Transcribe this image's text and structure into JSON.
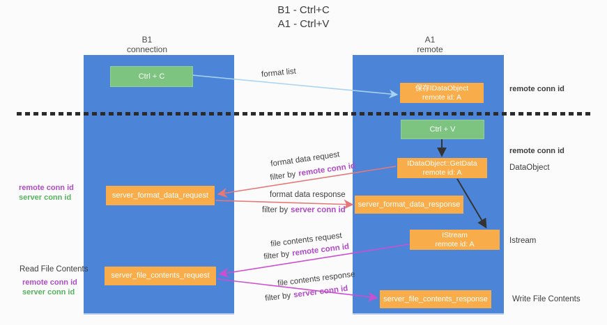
{
  "title": {
    "line1": "B1 - Ctrl+C",
    "line2": "A1 - Ctrl+V"
  },
  "lanes": {
    "left": {
      "name": "B1",
      "role": "connection"
    },
    "right": {
      "name": "A1",
      "role": "remote"
    }
  },
  "nodes": {
    "ctrl_c": {
      "label": "Ctrl + C"
    },
    "save_dataobject": {
      "title": "保存IDataObject",
      "subtitle": "remote id: A"
    },
    "ctrl_v": {
      "label": "Ctrl + V"
    },
    "getdata": {
      "title": "IDataObject::GetData",
      "subtitle": "remote id: A"
    },
    "format_request": {
      "label": "server_format_data_request"
    },
    "format_response": {
      "label": "server_format_data_response"
    },
    "istream": {
      "title": "IStream",
      "subtitle": "remote id: A"
    },
    "file_request": {
      "label": "server_file_contents_request"
    },
    "file_response": {
      "label": "server_file_contents_response"
    }
  },
  "messages": {
    "format_list": "format list",
    "format_data_request": "format data request",
    "format_data_response": "format data response",
    "file_contents_request": "file contents request",
    "file_contents_response": "file contents response",
    "filter_by": "filter by"
  },
  "terms": {
    "remote_conn_id": "remote conn id",
    "server_conn_id": "server conn id"
  },
  "annotations": {
    "dataobject": "DataObject",
    "istream": "Istream",
    "write_file_contents": "Write File Contents",
    "read_file_contents": "Read File Contents"
  },
  "colors": {
    "lane_blue": "#4c85d8",
    "box_orange": "#f9ad4a",
    "box_green": "#7cc480",
    "purple_text": "#b14ac9",
    "green_text": "#54b45c",
    "arrow_light_blue": "#a9d3f2",
    "arrow_red": "#e87878",
    "arrow_magenta": "#cf4ecf",
    "arrow_black": "#333333",
    "text_dark": "#3c3c3c"
  }
}
